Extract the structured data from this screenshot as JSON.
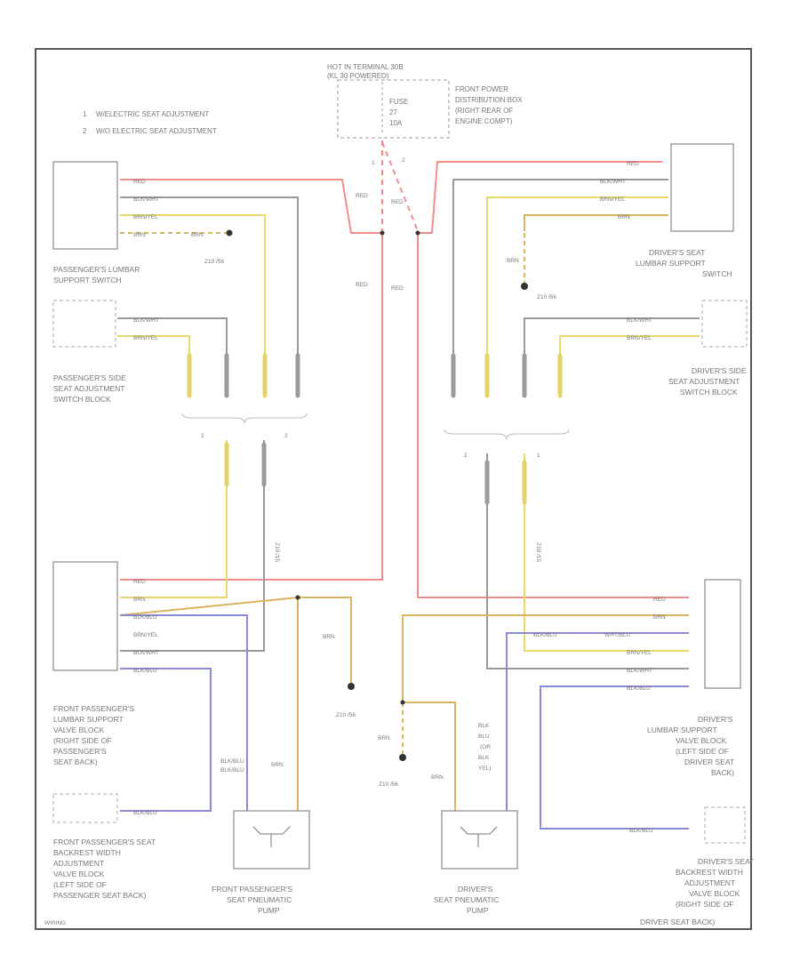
{
  "legend": {
    "n1": "1",
    "t1": "W/ELECTRIC SEAT ADJUSTMENT",
    "n2": "2",
    "t2": "W/O ELECTRIC SEAT ADJUSTMENT"
  },
  "power": {
    "hot": [
      "HOT IN TERMINAL 30B",
      "(KL 30 POWERED)"
    ],
    "fuse": [
      "FUSE",
      "27",
      "10A"
    ],
    "box": [
      "FRONT POWER",
      "DISTRIBUTION BOX",
      "(RIGHT REAR OF",
      "ENGINE COMPT)"
    ]
  },
  "wires": {
    "red": "RED",
    "brn": "BRN",
    "blkwht": "BLK/WHT",
    "brnyel": "BRN/YEL",
    "blublu": "BLK/BLU",
    "wht": "WHT/BLU"
  },
  "components": {
    "pass_lumbar": [
      "PASSENGER'S LUMBAR",
      "SUPPORT SWITCH"
    ],
    "pass_side": [
      "PASSENGER'S SIDE",
      "SEAT ADJUSTMENT",
      "SWITCH BLOCK"
    ],
    "pass_valve": [
      "FRONT PASSENGER'S",
      "LUMBAR SUPPORT",
      "VALVE BLOCK",
      "(RIGHT SIDE OF",
      "PASSENGER'S",
      "SEAT BACK)"
    ],
    "pass_width": [
      "FRONT PASSENGER'S SEAT",
      "BACKREST WIDTH",
      "ADJUSTMENT",
      "VALVE BLOCK",
      "(LEFT SIDE OF",
      "PASSENGER SEAT BACK)"
    ],
    "pass_pump": [
      "FRONT PASSENGER'S",
      "SEAT PNEUMATIC",
      "PUMP"
    ],
    "drv_lumbar": [
      "DRIVER'S SEAT",
      "LUMBAR SUPPORT",
      "SWITCH"
    ],
    "drv_side": [
      "DRIVER'S SIDE",
      "SEAT ADJUSTMENT",
      "SWITCH BLOCK"
    ],
    "drv_valve": [
      "DRIVER'S",
      "LUMBAR SUPPORT",
      "VALVE BLOCK",
      "(LEFT SIDE OF",
      "DRIVER SEAT",
      "BACK)"
    ],
    "drv_width": [
      "DRIVER'S SEAT",
      "BACKREST WIDTH",
      "ADJUSTMENT",
      "VALVE BLOCK",
      "(RIGHT SIDE OF",
      "DRIVER SEAT BACK)"
    ],
    "drv_pump": [
      "DRIVER'S",
      "SEAT PNEUMATIC",
      "PUMP"
    ]
  },
  "grounds": {
    "g1": "Z10 /56",
    "g2": "Z10 /56",
    "g3": "Z10 /56",
    "g4": "Z10 /56"
  },
  "splices": {
    "s1": "Z10 /15",
    "s2": "Z10 /15"
  },
  "footer": "WIRING"
}
